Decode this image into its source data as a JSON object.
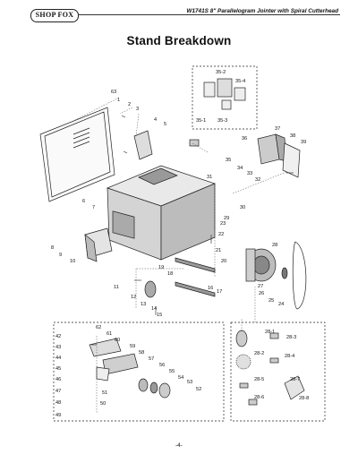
{
  "header": {
    "brand": "SHOP FOX",
    "manual_title": "W1741S 8\" Parallelogram Jointer with Spiral Cutterhead"
  },
  "page_title": "Stand Breakdown",
  "page_number": "-4-",
  "callouts": {
    "c1": "1",
    "c2": "2",
    "c3": "3",
    "c4": "4",
    "c5": "5",
    "c6": "6",
    "c7": "7",
    "c8": "8",
    "c9": "9",
    "c10": "10",
    "c11": "11",
    "c12": "12",
    "c13": "13",
    "c14": "14",
    "c15": "15",
    "c16": "16",
    "c17": "17",
    "c18": "18",
    "c19": "19",
    "c20": "20",
    "c21": "21",
    "c22": "22",
    "c23": "23",
    "c24": "24",
    "c25": "25",
    "c26": "26",
    "c27": "27",
    "c28": "28",
    "c29": "29",
    "c30": "30",
    "c31": "31",
    "c32": "32",
    "c33": "33",
    "c34": "34",
    "c35": "35",
    "c36": "36",
    "c37": "37",
    "c38": "38",
    "c39": "39",
    "c42": "42",
    "c43": "43",
    "c44": "44",
    "c45": "45",
    "c46": "46",
    "c47": "47",
    "c48": "48",
    "c49": "49",
    "c50": "50",
    "c51": "51",
    "c52": "52",
    "c53": "53",
    "c54": "54",
    "c55": "55",
    "c56": "56",
    "c57": "57",
    "c58": "58",
    "c59": "59",
    "c60": "60",
    "c61": "61",
    "c62": "62",
    "c63": "63",
    "c35_1": "35-1",
    "c35_2": "35-2",
    "c35_3": "35-3",
    "c35_4": "35-4",
    "c28_1": "28-1",
    "c28_2": "28-2",
    "c28_3": "28-3",
    "c28_4": "28-4",
    "c28_5": "28-5",
    "c28_6": "28-6",
    "c28_7": "28-7",
    "c28_8": "28-8"
  }
}
